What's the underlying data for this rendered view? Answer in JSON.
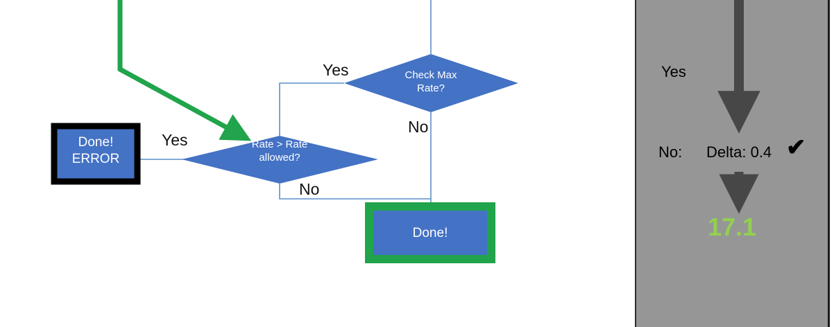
{
  "slide": {
    "background": "#ffffff",
    "accent_blue": "#4472C4",
    "accent_green": "#21A44B",
    "connector_blue": "#5B8FC9",
    "panel_gray": "#969696",
    "arrow_gray": "#474747",
    "value_green": "#92D050"
  },
  "flowchart": {
    "nodes": [
      {
        "id": "done-error",
        "kind": "process",
        "text": "Done!\nERROR",
        "border": "#000000"
      },
      {
        "id": "rate-gt-rate-allowed",
        "kind": "decision",
        "text": "Rate > Rate\nallowed?"
      },
      {
        "id": "check-max-rate",
        "kind": "decision",
        "text": "Check Max\nRate?"
      },
      {
        "id": "done",
        "kind": "process",
        "text": "Done!",
        "border": "#21A44B"
      }
    ],
    "edge_labels": {
      "check_max_yes": "Yes",
      "check_max_no": "No",
      "rate_yes": "Yes",
      "rate_no": "No"
    }
  },
  "panel": {
    "yes_label": "Yes",
    "no_label": "No:",
    "delta_label": "Delta: 0.4",
    "check_glyph": "✔",
    "result_value": "17.1",
    "icons": {
      "arrow_top": "down-arrow-icon",
      "arrow_bottom": "down-arrow-icon",
      "check": "check-mark-icon"
    }
  }
}
